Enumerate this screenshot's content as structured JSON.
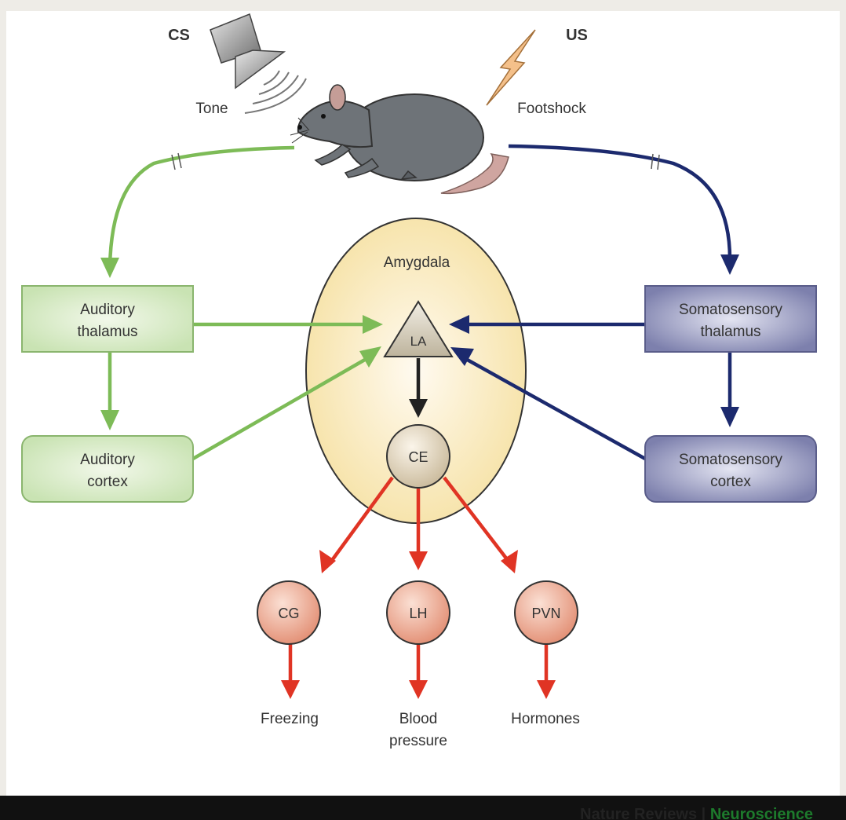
{
  "diagram": {
    "cs_label": "CS",
    "us_label": "US",
    "tone_label": "Tone",
    "footshock_label": "Footshock",
    "amygdala_label": "Amygdala",
    "la_label": "LA",
    "ce_label": "CE",
    "auditory_thalamus": [
      "Auditory",
      "thalamus"
    ],
    "auditory_cortex": [
      "Auditory",
      "cortex"
    ],
    "somatosensory_thalamus": [
      "Somatosensory",
      "thalamus"
    ],
    "somatosensory_cortex": [
      "Somatosensory",
      "cortex"
    ],
    "cg_label": "CG",
    "lh_label": "LH",
    "pvn_label": "PVN",
    "freezing_label": "Freezing",
    "blood_pressure": [
      "Blood",
      "pressure"
    ],
    "hormones_label": "Hormones"
  },
  "credit": {
    "journal": "Nature Reviews",
    "separator": " | ",
    "field": "Neuroscience"
  },
  "colors": {
    "auditory_path": "#7dbb57",
    "somatosensory_path": "#1c2a6e",
    "output_path": "#e03424",
    "amygdala_fill": "#f7e7b3",
    "auditory_box": "#d6ebc4",
    "somatosensory_box": "#8c8fb7",
    "nucleus_fill": "#eda48c"
  },
  "icons": [
    "speaker-icon",
    "sound-waves-icon",
    "lightning-icon",
    "rat-icon"
  ]
}
